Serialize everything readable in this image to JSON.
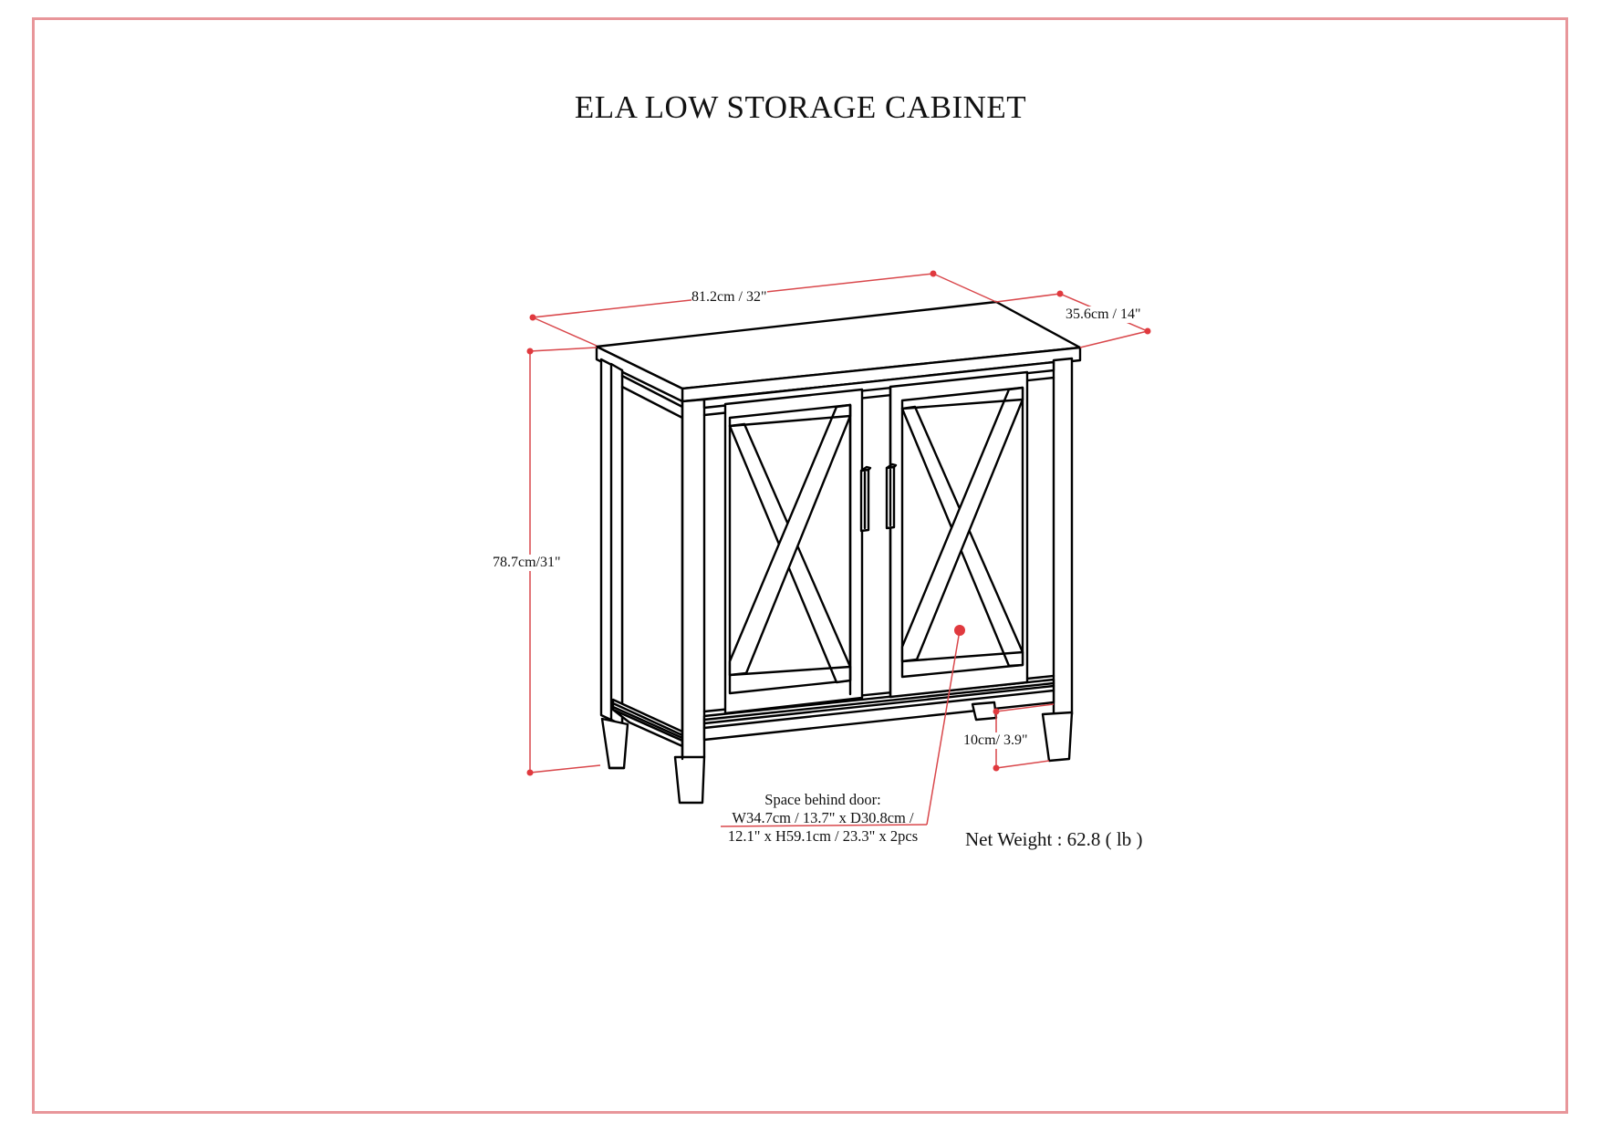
{
  "title": "ELA LOW STORAGE CABINET",
  "dimensions": {
    "width": "81.2cm / 32\"",
    "depth": "35.6cm / 14\"",
    "height": "78.7cm/31\"",
    "leg_clearance": "10cm/ 3.9\""
  },
  "space_behind_door": {
    "heading": "Space behind door:",
    "line1": "W34.7cm / 13.7\" x D30.8cm /",
    "line2": "12.1\" x H59.1cm / 23.3\" x 2pcs"
  },
  "net_weight": "Net Weight : 62.8 ( lb )",
  "colors": {
    "frame_border": "#e8969a",
    "dimension_line": "#d9474b",
    "dimension_dot": "#e0393e",
    "drawing_line": "#000000"
  }
}
